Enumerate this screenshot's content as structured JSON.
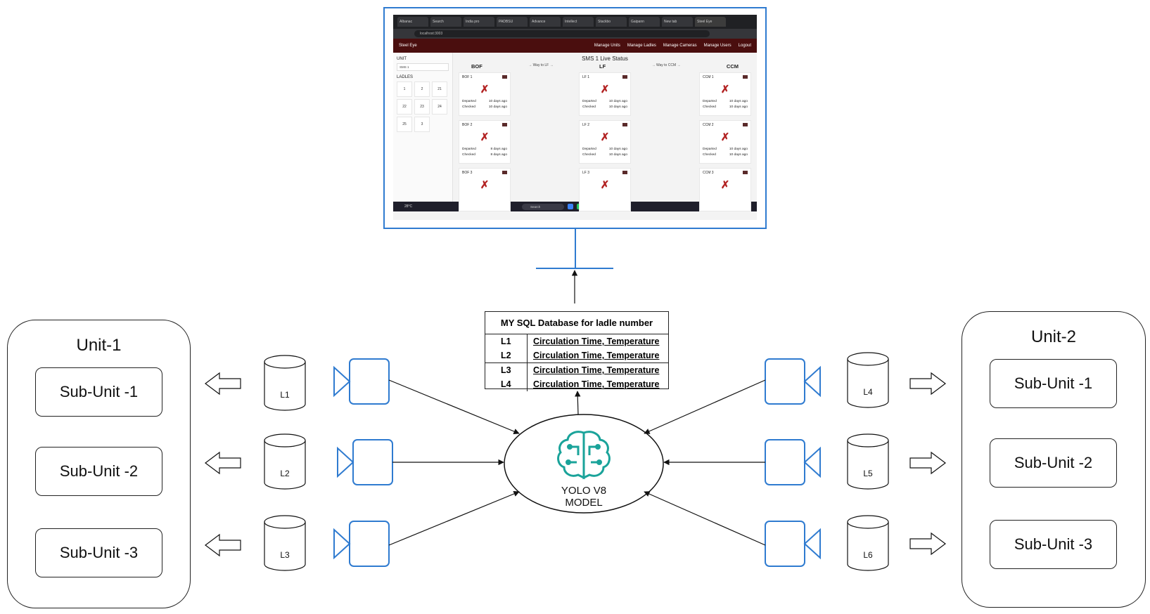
{
  "units": [
    {
      "title": "Unit-1",
      "subunits": [
        "Sub-Unit -1",
        "Sub-Unit -2",
        "Sub-Unit -3"
      ]
    },
    {
      "title": "Unit-2",
      "subunits": [
        "Sub-Unit -1",
        "Sub-Unit -2",
        "Sub-Unit -3"
      ]
    }
  ],
  "ladles_left": [
    "L1",
    "L2",
    "L3"
  ],
  "ladles_right": [
    "L4",
    "L5",
    "L6"
  ],
  "database": {
    "title": "MY SQL Database for ladle number",
    "rows": [
      {
        "key": "L1",
        "value": "Circulation Time, Temperature"
      },
      {
        "key": "L2",
        "value": "Circulation Time, Temperature"
      },
      {
        "key": "L3",
        "value": "Circulation Time, Temperature"
      },
      {
        "key": "L4",
        "value": "Circulation Time, Temperature"
      }
    ]
  },
  "model": {
    "line1": "YOLO V8",
    "line2": "MODEL"
  },
  "screen": {
    "tabs": [
      "Albanac",
      "Search",
      "India pro",
      "PADBSU",
      "Advance",
      "Intellect",
      "Stackbo",
      "Gaipann",
      "New tab",
      "Steel Eye"
    ],
    "url": "localhost:3003",
    "app_name": "Steel Eye",
    "nav": [
      "Manage Units",
      "Manage Ladles",
      "Manage Cameras",
      "Manage Users",
      "Logout"
    ],
    "unit_heading": "UNIT",
    "unit_value": "SMS 1",
    "ladles_heading": "LADLES",
    "ladles": [
      "1",
      "2",
      "21",
      "22",
      "23",
      "24",
      "25",
      "3"
    ],
    "live_title": "SMS 1 Live Status",
    "stages": [
      "BOF",
      "LF",
      "CCM"
    ],
    "ways": [
      "→ Way to LF →",
      "→ Way to CCM →"
    ],
    "columns": [
      {
        "cards": [
          {
            "name": "BOF 1",
            "departed": "10 days ago",
            "checked": "10 days ago"
          },
          {
            "name": "BOF 2",
            "departed": "8 days ago",
            "checked": "8 days ago"
          },
          {
            "name": "BOF 3",
            "departed": "",
            "checked": ""
          }
        ]
      },
      {
        "cards": [
          {
            "name": "LF 1",
            "departed": "10 days ago",
            "checked": "10 days ago"
          },
          {
            "name": "LF 2",
            "departed": "10 days ago",
            "checked": "10 days ago"
          },
          {
            "name": "LF 3",
            "departed": "",
            "checked": ""
          }
        ]
      },
      {
        "cards": [
          {
            "name": "CCM 1",
            "departed": "10 days ago",
            "checked": "10 days ago"
          },
          {
            "name": "CCM 2",
            "departed": "10 days ago",
            "checked": "10 days ago"
          },
          {
            "name": "CCM 3",
            "departed": "",
            "checked": ""
          }
        ]
      }
    ],
    "departed_label": "Departed",
    "checked_label": "Checked",
    "search_label": "Search",
    "weather": "28°C"
  },
  "colors": {
    "accent_blue": "#2f7bd0",
    "app_bar": "#4a0e0e",
    "model_icon": "#1aa39a",
    "x_mark": "#b22222"
  }
}
